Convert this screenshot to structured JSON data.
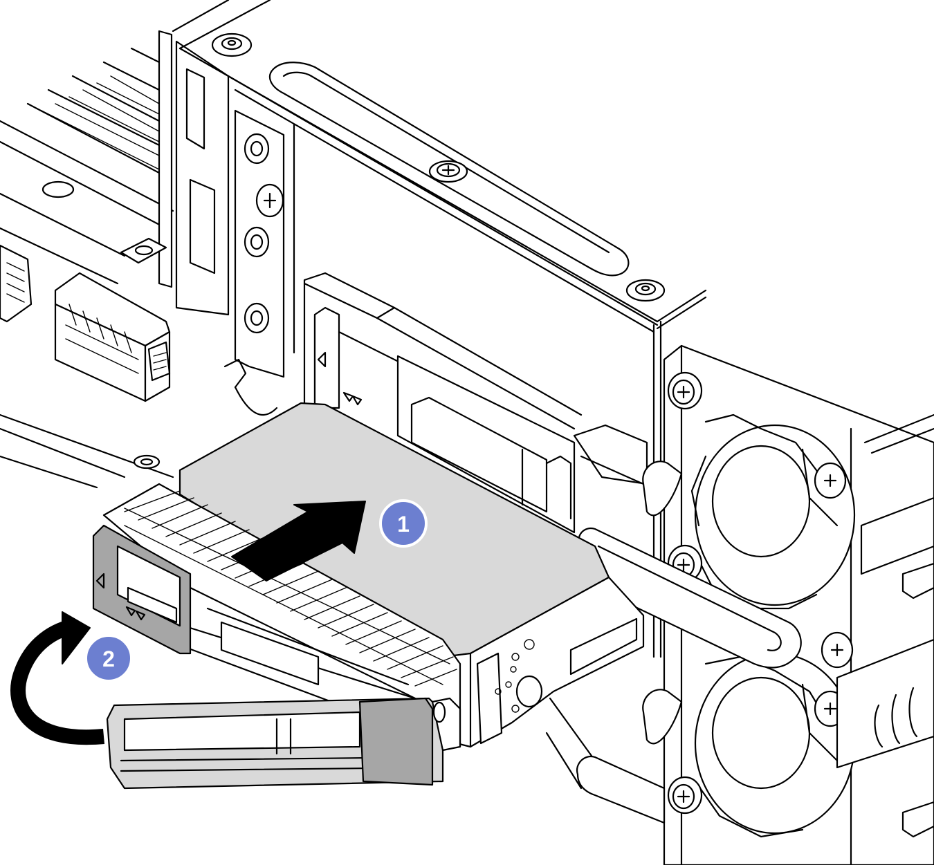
{
  "figure": {
    "callouts": [
      {
        "number": "1",
        "action": "slide-drive-into-bay"
      },
      {
        "number": "2",
        "action": "close-drive-handle"
      }
    ],
    "colors": {
      "callout_fill": "#6c7fd0",
      "callout_stroke": "#ffffff",
      "drive_top": "#d9d9d9",
      "handle_dark": "#a6a6a6",
      "line": "#000000"
    },
    "icons": [
      "push-arrow-icon",
      "rotate-arrow-icon",
      "screw-icon",
      "unlock-icon"
    ]
  }
}
